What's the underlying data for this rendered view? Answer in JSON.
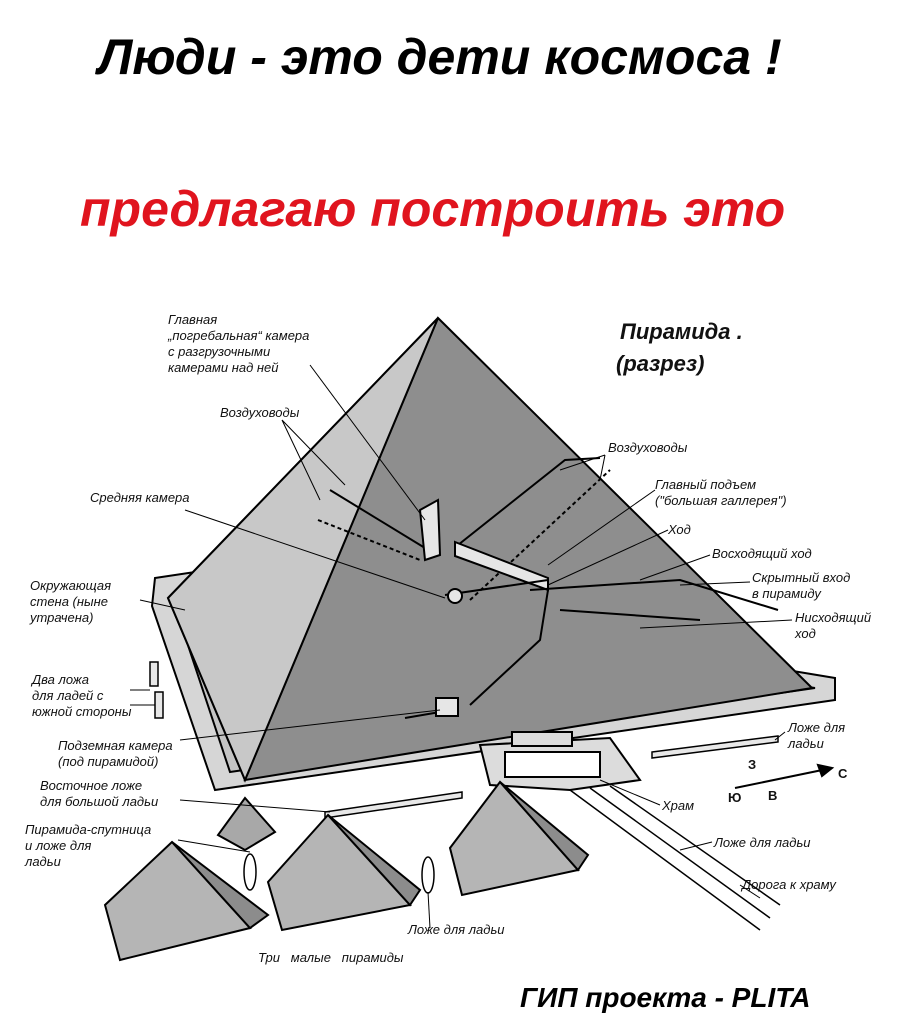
{
  "headline": "Люди - это дети космоса !",
  "subheadline": "предлагаю построить это",
  "footer": "ГИП проекта - PLITA",
  "colors": {
    "headline": "#000000",
    "subheadline": "#e0141e",
    "pyramid_light": "#b7b7b7",
    "pyramid_dark": "#8e8e8e",
    "ground": "#c4c4c4"
  },
  "diagram": {
    "title_line1": "Пирамида .",
    "title_line2": "(разрез)",
    "labels": {
      "main_chamber": "Главная\n„погребальная“ камера\nс разгрузочными\nкамерами над ней",
      "air_shafts_left": "Воздуховоды",
      "middle_chamber": "Средняя камера",
      "wall": "Окружающая\nстена (ныне\nутрачена)",
      "boat_pits_south": "Два ложа\nдля ладей с\nюжной стороны",
      "underground_chamber": "Подземная камера\n(под пирамидой)",
      "east_boat_pit": "Восточное ложе\nдля большой ладьи",
      "satellite_pyramid": "Пирамида-спутница\nи ложе для\nладьи",
      "three_pyramids": "Три   малые   пирамиды",
      "boat_pit_bottom": "Ложе для ладьи",
      "air_shafts_right": "Воздуховоды",
      "grand_gallery": "Главный подъем\n(\"большая галлерея\")",
      "passage": "Ход",
      "ascending": "Восходящий ход",
      "hidden_entrance": "Скрытный вход\nв пирамиду",
      "descending": "Нисходящий\nход",
      "boat_pit_right": "Ложе для\nладьи",
      "temple": "Храм",
      "boat_pit_causeway": "Ложе для ладьи",
      "causeway": "Дорога к храму"
    },
    "compass": {
      "west": "З",
      "south": "Ю",
      "east": "В",
      "north": "С"
    }
  }
}
